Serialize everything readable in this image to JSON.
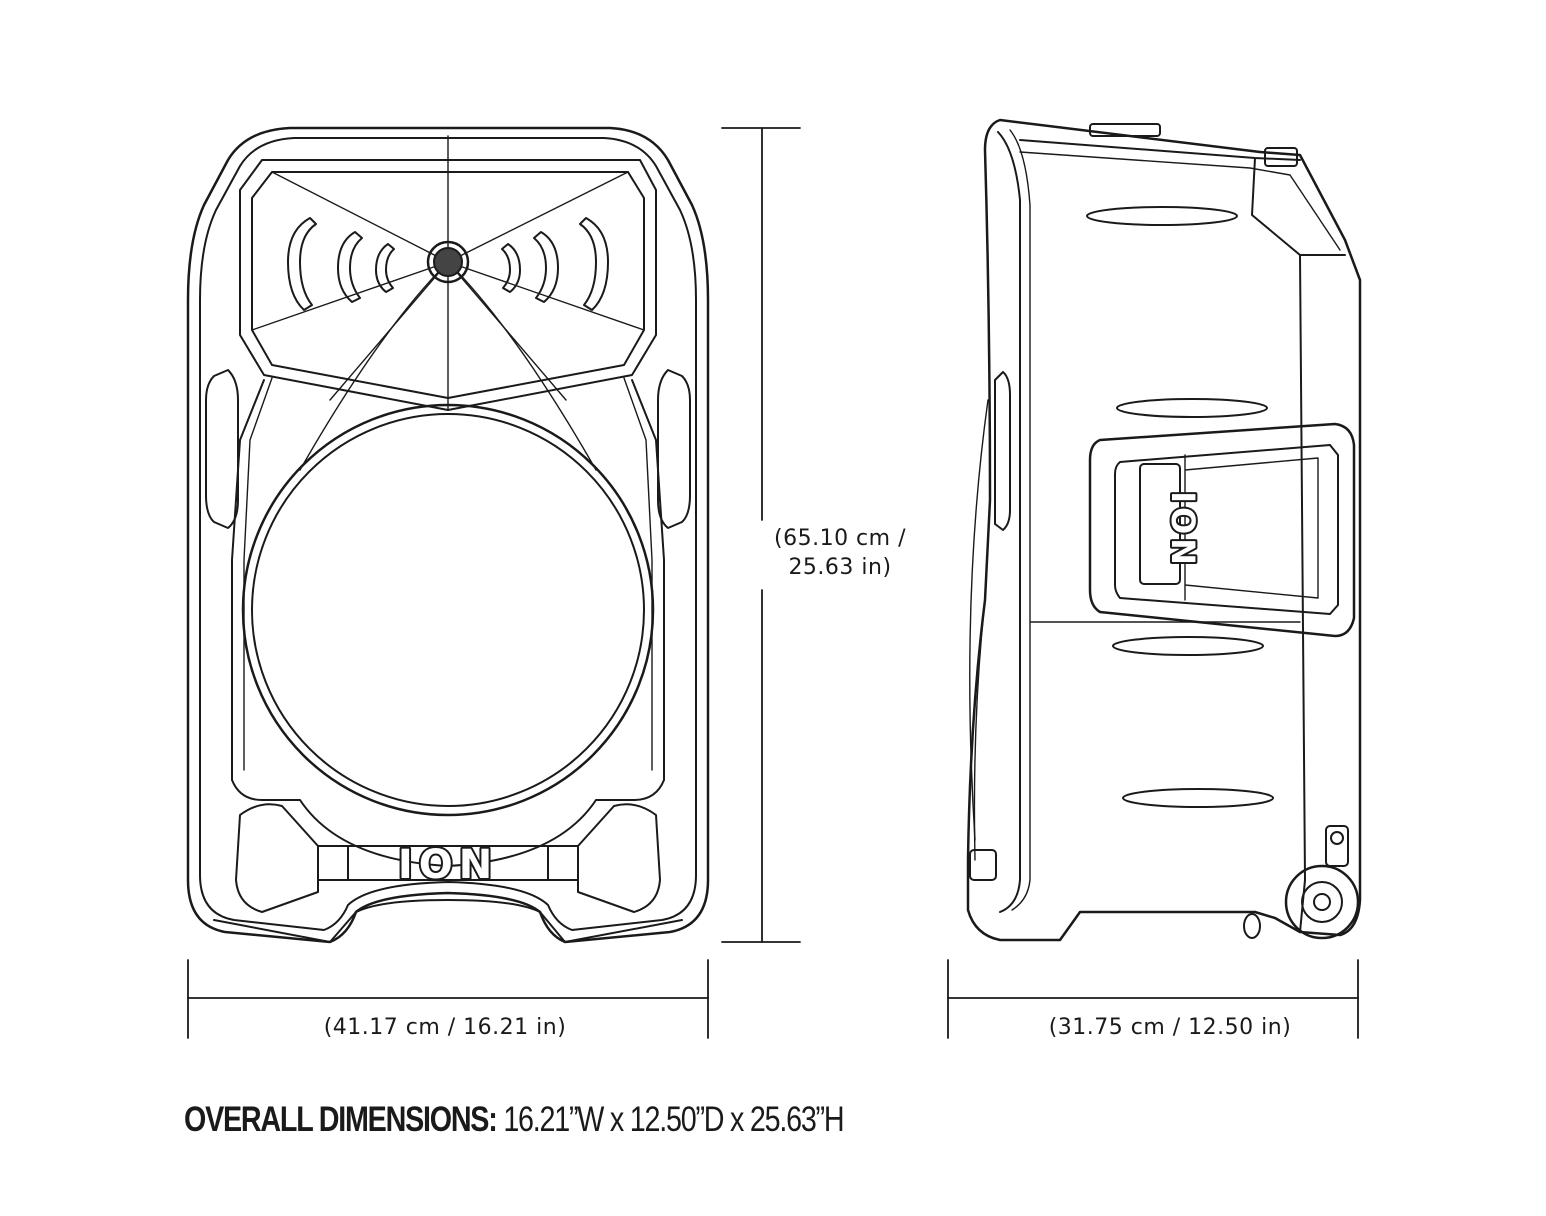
{
  "title": {
    "label": "OVERALL DIMENSIONS:",
    "value": "16.21”W x 12.50”D x 25.63”H"
  },
  "dimensions": {
    "height_line1": "(65.10 cm /",
    "height_line2": "25.63 in)",
    "front_width": "(41.17 cm / 16.21 in)",
    "side_depth": "(31.75 cm / 12.50 in)"
  },
  "logos": {
    "front": "ION",
    "side": "ION"
  },
  "colors": {
    "line": "#1a1a1a",
    "background": "#ffffff"
  }
}
